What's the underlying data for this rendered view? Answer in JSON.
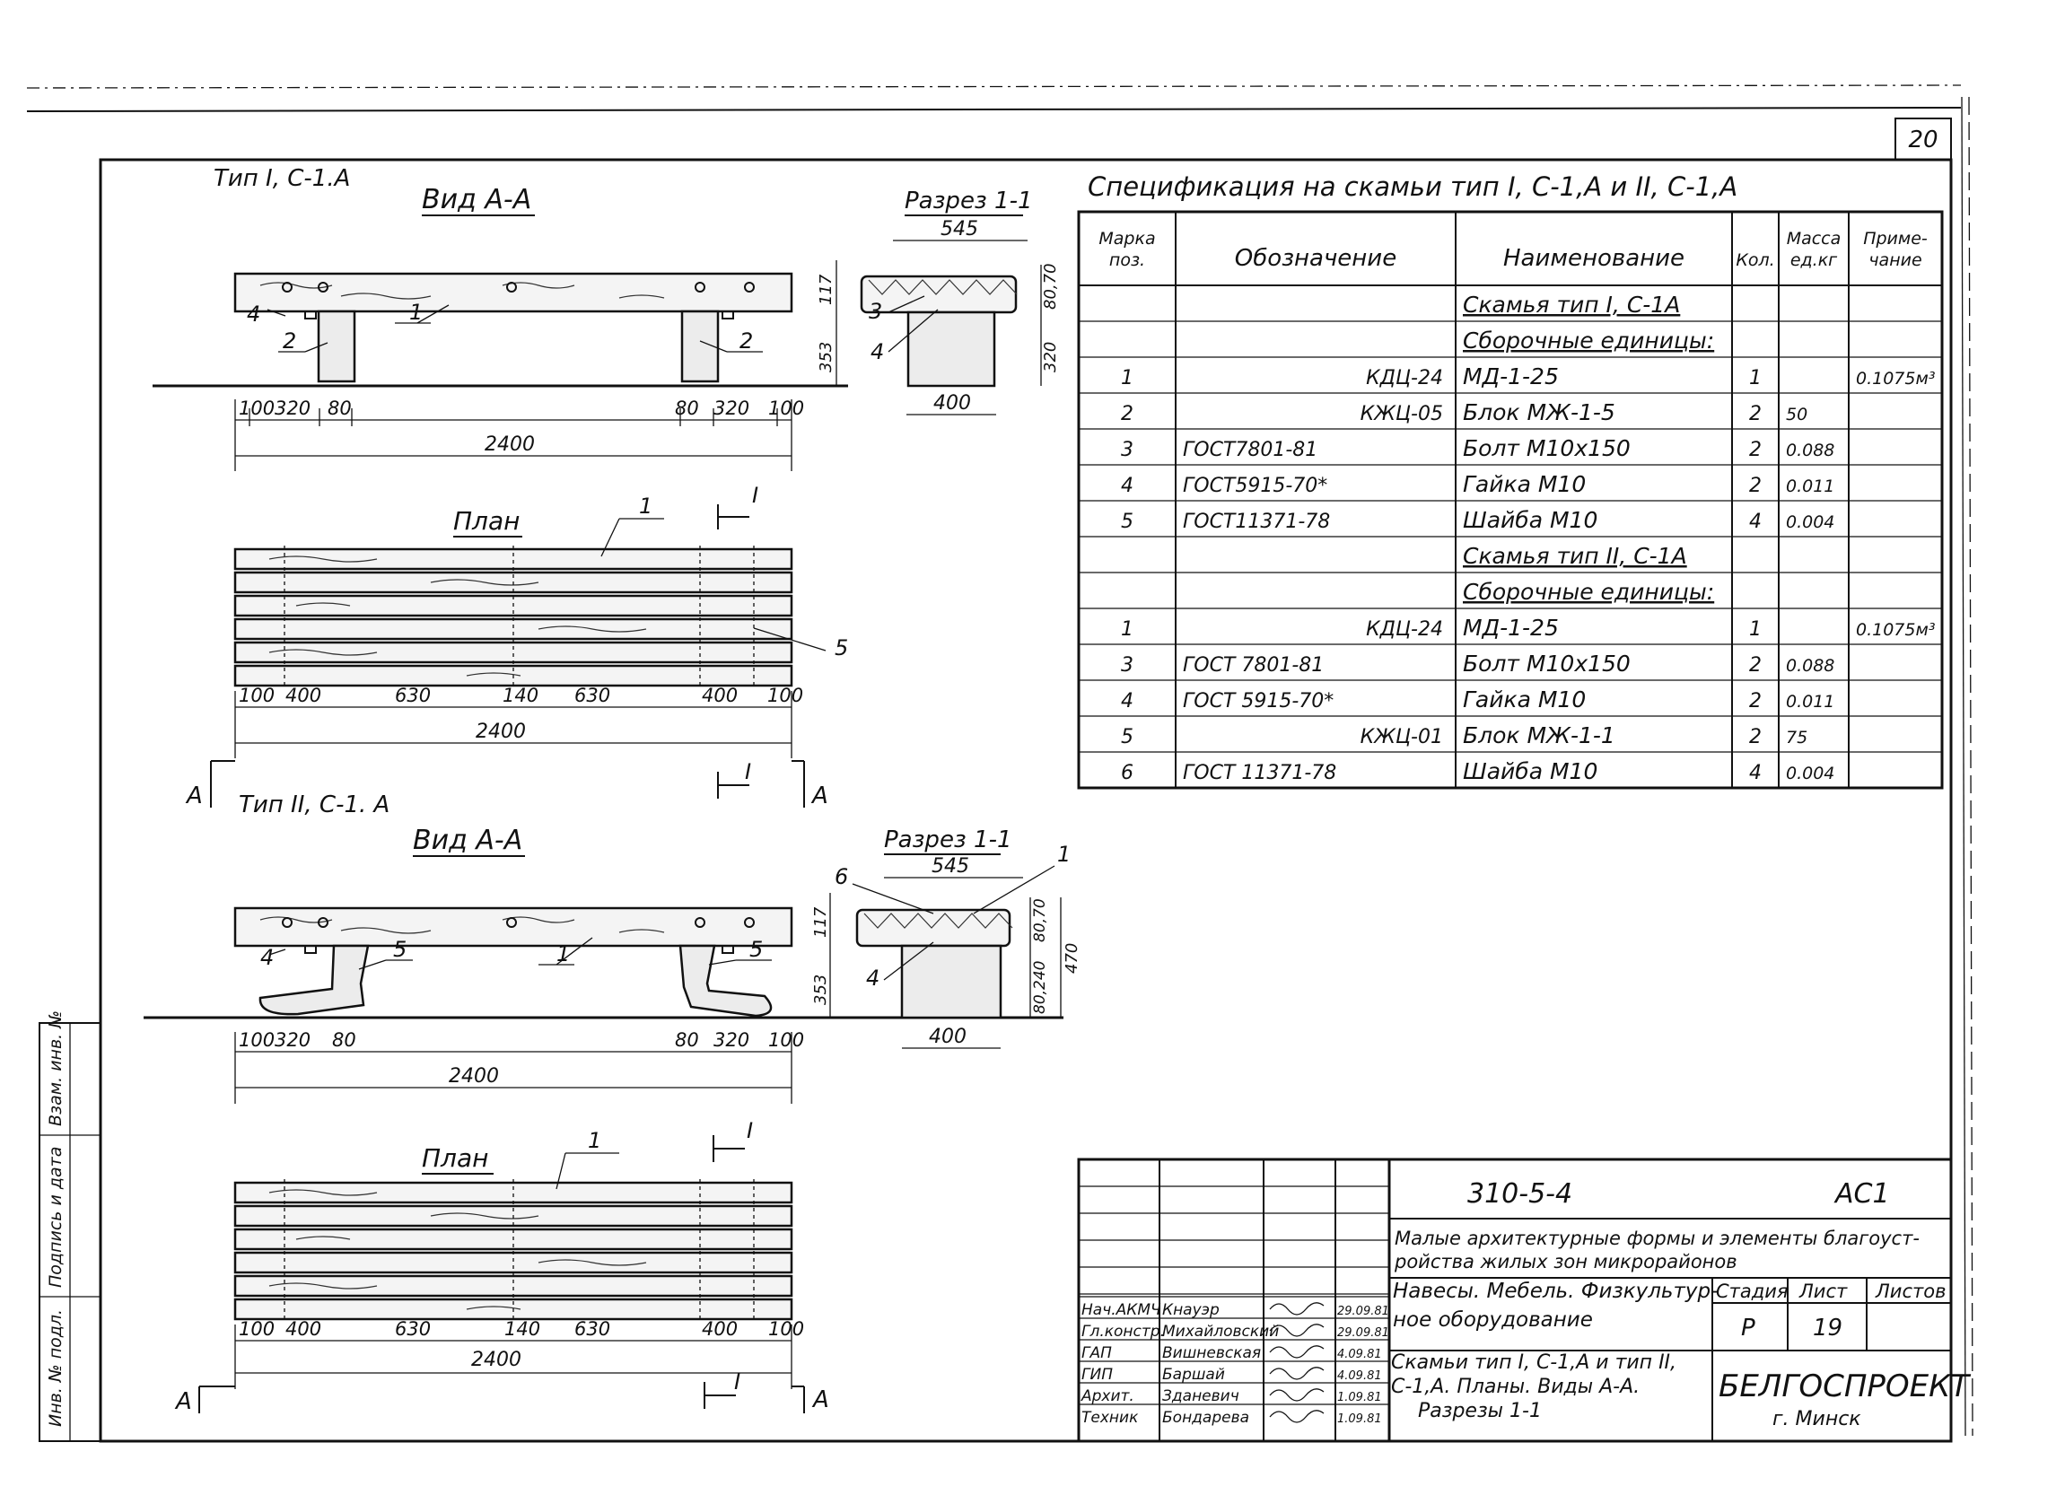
{
  "sheet_number": "20",
  "type1": {
    "title": "Тип I, С-1.А",
    "view_title": "Вид А-А",
    "section_title": "Разрез 1-1",
    "plan_title": "План",
    "view_callouts": [
      "4",
      "2",
      "1",
      "2"
    ],
    "view_dims": [
      "100",
      "320",
      "80",
      "80",
      "320",
      "100"
    ],
    "view_total": "2400",
    "section_top": "545",
    "section_h_left": [
      "117",
      "353"
    ],
    "section_h_right": [
      "80,70",
      "320"
    ],
    "section_callouts": [
      "3",
      "4"
    ],
    "section_base": "400",
    "plan_callouts": [
      "1",
      "5"
    ],
    "plan_dims": [
      "100",
      "400",
      "630",
      "140",
      "630",
      "400",
      "100"
    ],
    "plan_total": "2400",
    "mark_A": "А",
    "mark_I": "I"
  },
  "type2": {
    "title": "Тип II, С-1. А",
    "view_title": "Вид А-А",
    "section_title": "Разрез 1-1",
    "plan_title": "План",
    "view_callouts": [
      "4",
      "5",
      "1",
      "5"
    ],
    "view_dims": [
      "100",
      "320",
      "80",
      "80",
      "320",
      "100"
    ],
    "view_total": "2400",
    "section_top": "545",
    "section_h_left": [
      "117",
      "353"
    ],
    "section_h_right": [
      "80,70",
      "80,240",
      "470"
    ],
    "section_callouts": [
      "6",
      "1",
      "4"
    ],
    "section_base": "400",
    "plan_callouts": [
      "1"
    ],
    "plan_dims": [
      "100",
      "400",
      "630",
      "140",
      "630",
      "400",
      "100"
    ],
    "plan_total": "2400",
    "mark_A": "А",
    "mark_I": "I"
  },
  "spec": {
    "title": "Спецификация на скамьи тип I, С-1,А и II, С-1,А",
    "headers": [
      "Марка поз.",
      "Обозначение",
      "Наименование",
      "Кол.",
      "Масса ед.кг",
      "Приме- чание"
    ],
    "rows": [
      [
        "",
        "",
        "Скамья тип I, С-1А",
        "",
        "",
        ""
      ],
      [
        "",
        "",
        "Сборочные единицы:",
        "",
        "",
        ""
      ],
      [
        "1",
        "КДЦ-24",
        "МД-1-25",
        "1",
        "",
        "0.1075м³"
      ],
      [
        "2",
        "КЖЦ-05",
        "Блок МЖ-1-5",
        "2",
        "50",
        ""
      ],
      [
        "3",
        "ГОСТ7801-81",
        "Болт М10х150",
        "2",
        "0.088",
        ""
      ],
      [
        "4",
        "ГОСТ5915-70*",
        "Гайка М10",
        "2",
        "0.011",
        ""
      ],
      [
        "5",
        "ГОСТ11371-78",
        "Шайба М10",
        "4",
        "0.004",
        ""
      ],
      [
        "",
        "",
        "Скамья тип II, С-1А",
        "",
        "",
        ""
      ],
      [
        "",
        "",
        "Сборочные единицы:",
        "",
        "",
        ""
      ],
      [
        "1",
        "КДЦ-24",
        "МД-1-25",
        "1",
        "",
        "0.1075м³"
      ],
      [
        "3",
        "ГОСТ 7801-81",
        "Болт М10х150",
        "2",
        "0.088",
        ""
      ],
      [
        "4",
        "ГОСТ 5915-70*",
        "Гайка М10",
        "2",
        "0.011",
        ""
      ],
      [
        "5",
        "КЖЦ-01",
        "Блок МЖ-1-1",
        "2",
        "75",
        ""
      ],
      [
        "6",
        "ГОСТ 11371-78",
        "Шайба М10",
        "4",
        "0.004",
        ""
      ]
    ]
  },
  "title_block": {
    "code": "310-5-4",
    "mark": "АС1",
    "project": "Малые архитектурные формы и элементы благоустройства жилых зон микрорайонов",
    "subtitle": "Навесы. Мебель. Физкультурное оборудование",
    "sheet_title": "Скамьи тип I, С-1,А и тип II, С-1,А. Планы. Виды А-А. Разрезы 1-1",
    "stage_label": "Стадия",
    "sheet_label": "Лист",
    "sheets_label": "Листов",
    "stage": "Р",
    "sheet": "19",
    "org": "БЕЛГОСПРОЕКТ",
    "city": "г. Минск",
    "staff": [
      {
        "role": "Нач.АКМЧ",
        "name": "Кнауэр",
        "date": "29.09.81"
      },
      {
        "role": "Гл.констр.",
        "name": "Михайловский",
        "date": "29.09.81"
      },
      {
        "role": "ГАП",
        "name": "Вишневская",
        "date": "4.09.81"
      },
      {
        "role": "ГИП",
        "name": "Баршай",
        "date": "4.09.81"
      },
      {
        "role": "Архит.",
        "name": "Зданевич",
        "date": "1.09.81"
      },
      {
        "role": "Техник",
        "name": "Бондарева",
        "date": "1.09.81"
      }
    ]
  },
  "side_stamp": [
    "Инв. № подл.",
    "Подпись и дата",
    "Взам. инв. №"
  ],
  "colors": {
    "ink": "#111111",
    "paper": "#ffffff"
  }
}
